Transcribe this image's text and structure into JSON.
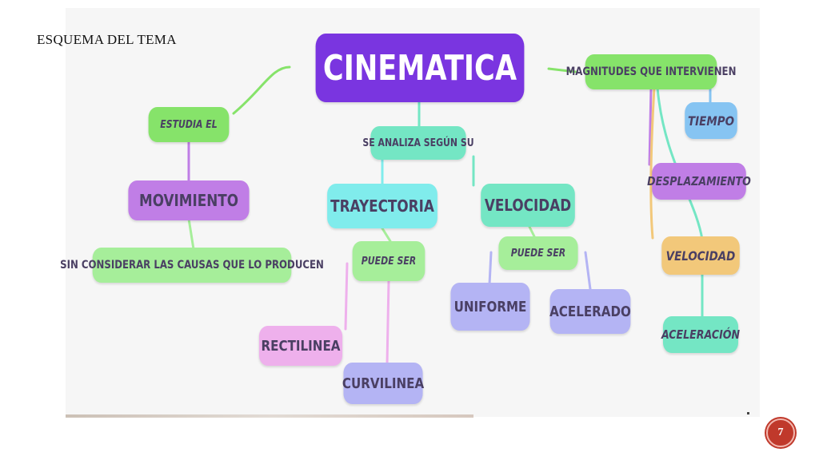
{
  "slide": {
    "title": "ESQUEMA DEL TEMA",
    "page_number": "7"
  },
  "diagram": {
    "root": "CINEMATICA",
    "estudia": "ESTUDIA EL",
    "movimiento": "MOVIMIENTO",
    "sin_considerar": "SIN CONSIDERAR LAS CAUSAS QUE LO PRODUCEN",
    "analiza": "SE ANALIZA SEGÚN SU",
    "trayectoria": "TRAYECTORIA",
    "trayectoria_puede": "PUEDE SER",
    "rectilinea": "RECTILINEA",
    "curvilinea": "CURVILINEA",
    "velocidad": "VELOCIDAD",
    "velocidad_puede": "PUEDE SER",
    "uniforme": "UNIFORME",
    "acelerado": "ACELERADO",
    "magnitudes": "MAGNITUDES QUE INTERVIENEN",
    "tiempo": "TIEMPO",
    "desplazamiento": "DESPLAZAMIENTO",
    "mag_velocidad": "VELOCIDAD",
    "aceleracion": "ACELERACIÓN"
  },
  "colors": {
    "purple_dark": "#7a35e0",
    "green": "#86e36a",
    "green_light": "#a6ee9a",
    "violet": "#c07ee6",
    "cyan": "#80ecec",
    "teal": "#74e6c4",
    "periwinkle": "#b4b4f4",
    "pink": "#eeb0ec",
    "blue": "#86c4f2",
    "orange": "#f2c87a",
    "page_badge": "#c0392b"
  }
}
